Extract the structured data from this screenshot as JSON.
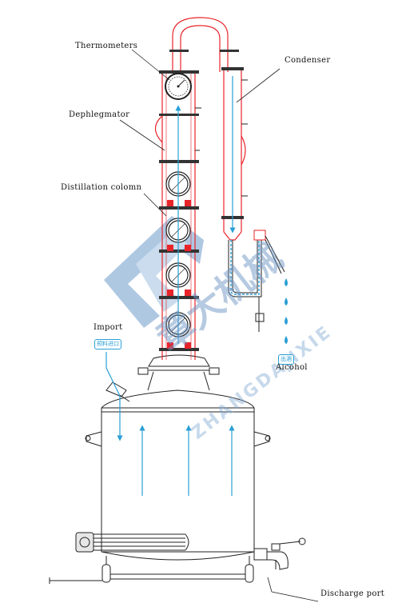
{
  "labels": {
    "thermometers": "Thermometers",
    "condenser": "Condenser",
    "dephlegmator": "Dephlegmator",
    "distillation_column": "Distillation colomn",
    "import": "Import",
    "alcohol": "Alcohol",
    "discharge_port": "Discharge port"
  },
  "tags": {
    "import_tag": "预料进口",
    "alcohol_tag": "出酒"
  },
  "watermark": {
    "cn": "章大机械",
    "en": "ZHANGDAJIXIE"
  },
  "colors": {
    "column_red": "#e8232a",
    "flow_blue": "#2a9fd6",
    "line_black": "#222222",
    "watermark": "#7fa8d0"
  },
  "icons": [
    "thermometer-gauge-icon",
    "sight-glass-icon",
    "heating-element-icon",
    "discharge-valve-icon",
    "alcohol-drop-icon"
  ]
}
